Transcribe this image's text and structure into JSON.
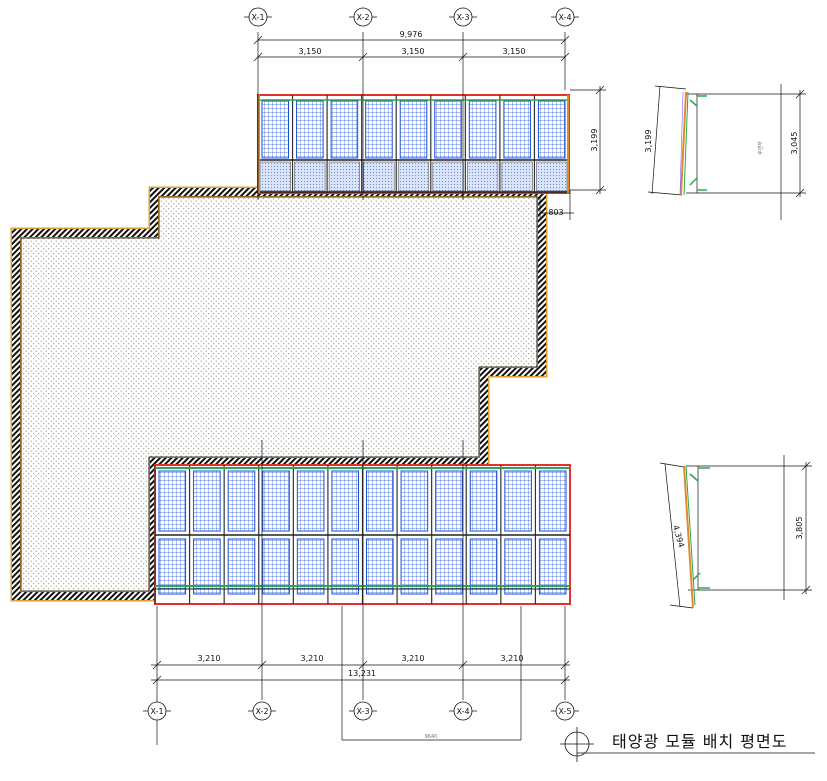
{
  "drawing_title": "태양광 모듈 배치 평면도",
  "top_array": {
    "grid_labels": [
      "X-1",
      "X-2",
      "X-3",
      "X-4"
    ],
    "total_width": "9,976",
    "segments": [
      "3,150",
      "3,150",
      "3,150"
    ],
    "depth": "3,199",
    "overhang": "803"
  },
  "bottom_array": {
    "grid_labels": [
      "X-1",
      "X-2",
      "X-3",
      "X-4",
      "X-5"
    ],
    "total_width": "13,231",
    "segments": [
      "3,210",
      "3,210",
      "3,210",
      "3,210"
    ],
    "small_note": "9640"
  },
  "section_top": {
    "slope_length": "3,199",
    "height": "3,045",
    "note": "후면부"
  },
  "section_bottom": {
    "slope_length": "4,394",
    "height": "3,805"
  },
  "colors": {
    "panel_cell": "#1a4fd6",
    "panel_fill": "#eef2ff",
    "frame_red": "#e53030",
    "frame_green": "#2aa84a",
    "frame_orange": "#e08a2a",
    "roof_outline": "#e0a030"
  }
}
